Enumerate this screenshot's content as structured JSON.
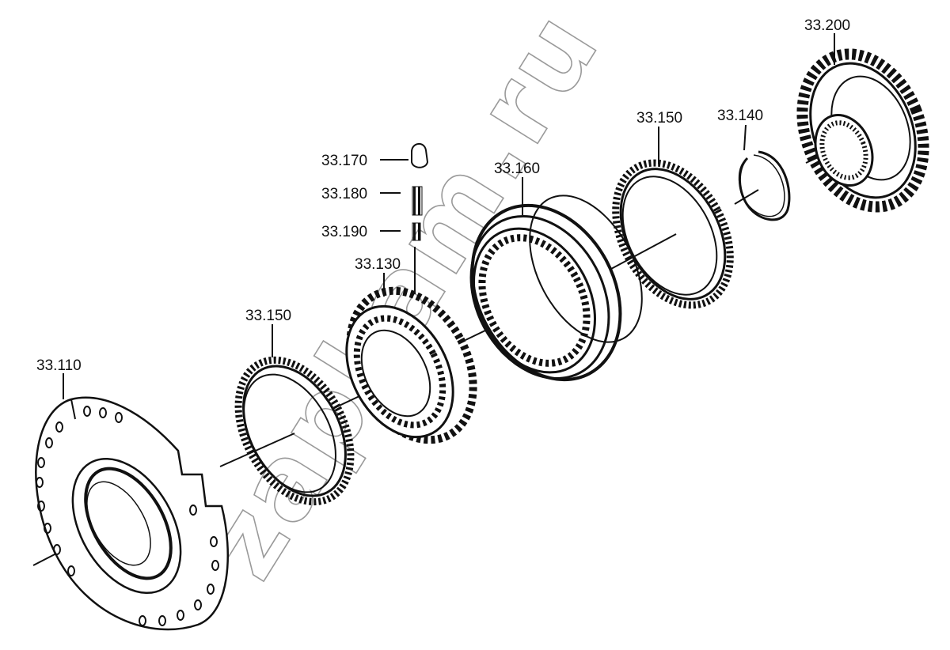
{
  "diagram": {
    "watermark": "zapkam.ru",
    "labels": {
      "p110": "33.110",
      "p150a": "33.150",
      "p130": "33.130",
      "p190": "33.190",
      "p180": "33.180",
      "p170": "33.170",
      "p160": "33.160",
      "p150b": "33.150",
      "p140": "33.140",
      "p200": "33.200"
    },
    "colors": {
      "ink": "#111111",
      "watermark": "#9a9a9a",
      "background": "#ffffff"
    }
  }
}
